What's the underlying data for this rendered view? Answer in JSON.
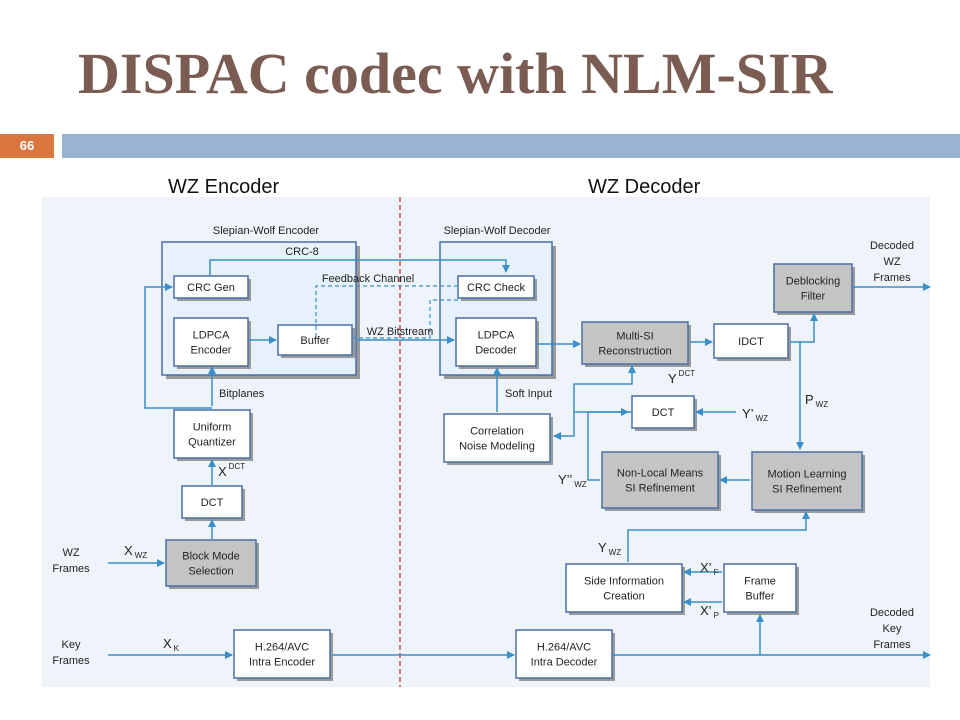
{
  "title": "DISPAC codec with NLM-SIR",
  "slide_number": "66",
  "sections": {
    "encoder": "WZ Encoder",
    "decoder": "WZ Decoder"
  },
  "groups": {
    "sw_encoder": "Slepian-Wolf Encoder",
    "sw_decoder": "Slepian-Wolf Decoder"
  },
  "blocks": {
    "crc_gen": [
      "CRC Gen"
    ],
    "ldpca_encoder": [
      "LDPCA",
      "Encoder"
    ],
    "buffer": [
      "Buffer"
    ],
    "uniform_quantizer": [
      "Uniform",
      "Quantizer"
    ],
    "enc_dct": [
      "DCT"
    ],
    "block_mode": [
      "Block Mode",
      "Selection"
    ],
    "h264_encoder": [
      "H.264/AVC",
      "Intra Encoder"
    ],
    "crc_check": [
      "CRC Check"
    ],
    "ldpca_decoder": [
      "LDPCA",
      "Decoder"
    ],
    "correlation": [
      "Correlation",
      "Noise Modeling"
    ],
    "multi_si": [
      "Multi-SI",
      "Reconstruction"
    ],
    "idct": [
      "IDCT"
    ],
    "deblocking": [
      "Deblocking",
      "Filter"
    ],
    "dec_dct": [
      "DCT"
    ],
    "nlm": [
      "Non-Local Means",
      "SI Refinement"
    ],
    "motion": [
      "Motion Learning",
      "SI Refinement"
    ],
    "side_info": [
      "Side Information",
      "Creation"
    ],
    "frame_buffer": [
      "Frame",
      "Buffer"
    ],
    "h264_decoder": [
      "H.264/AVC",
      "Intra Decoder"
    ]
  },
  "labels": {
    "crc8": "CRC-8",
    "feedback": "Feedback Channel",
    "wz_bitstream": "WZ Bitstream",
    "bitplanes": "Bitplanes",
    "soft_input": "Soft Input",
    "wz_frames": [
      "WZ",
      "Frames"
    ],
    "key_frames": [
      "Key",
      "Frames"
    ],
    "decoded_wz": [
      "Decoded",
      "WZ",
      "Frames"
    ],
    "decoded_key": [
      "Decoded",
      "Key",
      "Frames"
    ]
  },
  "symbols": {
    "x_dct": {
      "base": "X",
      "sup": "DCT"
    },
    "x_wz": {
      "base": "X",
      "sub": "WZ"
    },
    "x_k": {
      "base": "X",
      "sub": "K"
    },
    "y_dct": {
      "base": "Y",
      "sup": "DCT"
    },
    "p_wz": {
      "base": "P",
      "sub": "WZ"
    },
    "y_prime_wz": {
      "base": "Y’",
      "sub": "WZ"
    },
    "y_dprime_wz": {
      "base": "Y’’",
      "sub": "WZ"
    },
    "y_wz": {
      "base": "Y",
      "sub": "WZ"
    },
    "x_prime_f": {
      "base": "X’",
      "sub": "F"
    },
    "x_prime_p": {
      "base": "X’",
      "sub": "P"
    }
  }
}
